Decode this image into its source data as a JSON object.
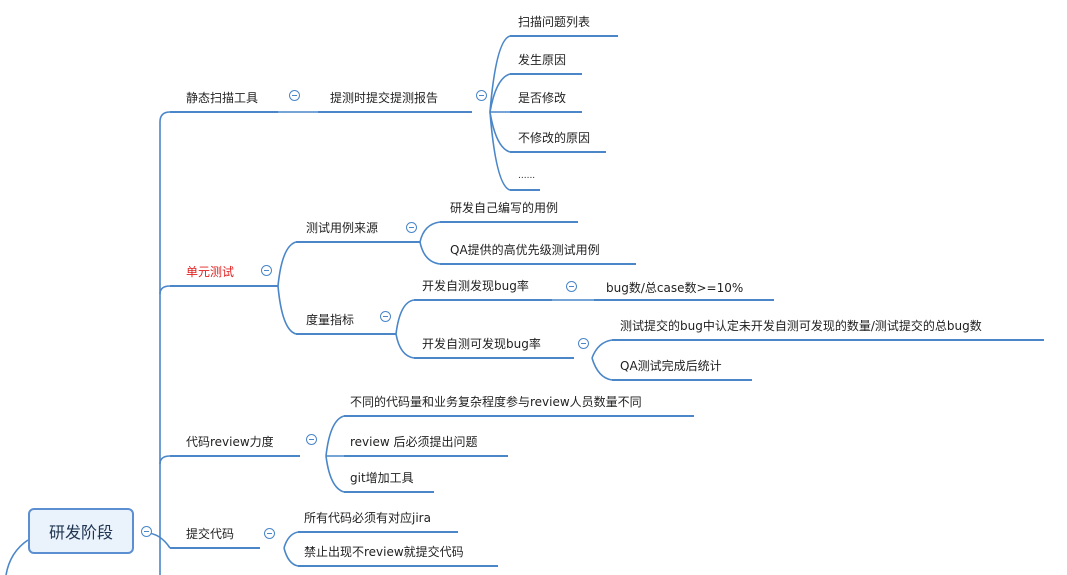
{
  "root": "研发阶段",
  "branch_static": {
    "label": "静态扫描工具",
    "child": "提测时提交提测报告",
    "items": [
      "扫描问题列表",
      "发生原因",
      "是否修改",
      "不修改的原因",
      "......"
    ]
  },
  "branch_unit": {
    "label": "单元测试",
    "source": {
      "label": "测试用例来源",
      "items": [
        "研发自己编写的用例",
        "QA提供的高优先级测试用例"
      ]
    },
    "metric": {
      "label": "度量指标",
      "rate1": {
        "label": "开发自测发现bug率",
        "items": [
          "bug数/总case数>=10%"
        ]
      },
      "rate2": {
        "label": "开发自测可发现bug率",
        "items": [
          "测试提交的bug中认定未开发自测可发现的数量/测试提交的总bug数",
          "QA测试完成后统计"
        ]
      }
    }
  },
  "branch_review": {
    "label": "代码review力度",
    "items": [
      "不同的代码量和业务复杂程度参与review人员数量不同",
      "review 后必须提出问题",
      "git增加工具"
    ]
  },
  "branch_commit": {
    "label": "提交代码",
    "items": [
      "所有代码必须有对应jira",
      "禁止出现不review就提交代码"
    ]
  },
  "colors": {
    "line": "#4a86c8",
    "highlight": "#e02020",
    "root_fill": "#eaf2fb"
  }
}
